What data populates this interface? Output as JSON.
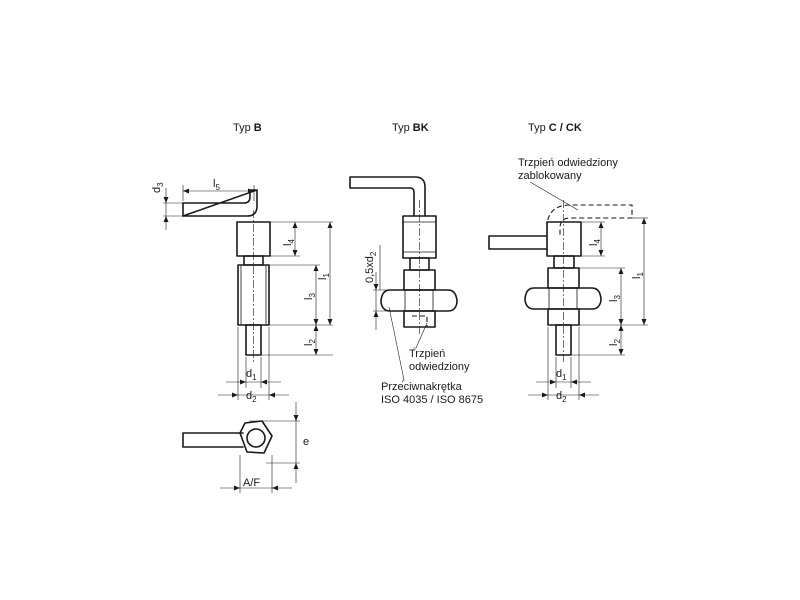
{
  "titles": {
    "b": {
      "prefix": "Typ ",
      "bold": "B"
    },
    "bk": {
      "prefix": "Typ ",
      "bold": "BK"
    },
    "c": {
      "prefix": "Typ ",
      "bold": "C / CK"
    }
  },
  "dims": {
    "d": "d",
    "l": "l",
    "s1": "1",
    "s2": "2",
    "s3": "3",
    "s4": "4",
    "s5": "5",
    "half": "0,5xd",
    "e": "e",
    "af": "A/F"
  },
  "notes": {
    "locked_line1": "Trzpień odwiedziony",
    "locked_line2": "zablokowany",
    "retracted_line1": "Trzpień",
    "retracted_line2": "odwiedziony",
    "nut_line1": "Przeciwnakrętka",
    "nut_line2": "ISO 4035 / ISO 8675"
  }
}
